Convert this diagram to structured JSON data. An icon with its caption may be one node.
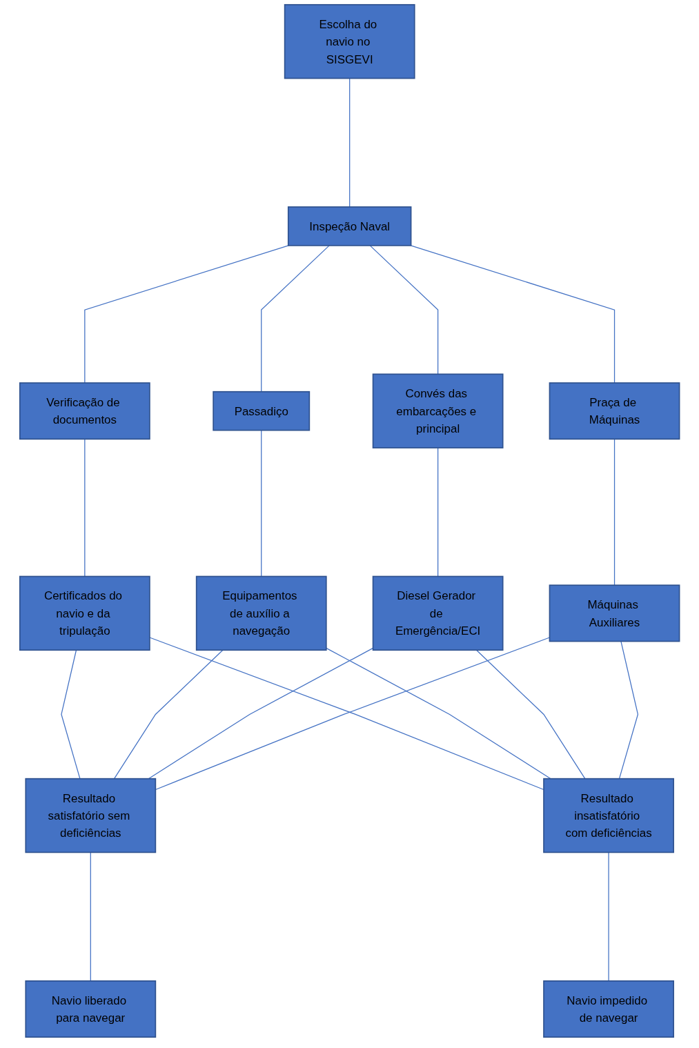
{
  "diagram": {
    "nodes": [
      {
        "text": [
          "Escolha do navio no SISGEVI"
        ]
      },
      {
        "text": [
          "Inspeção Naval"
        ]
      },
      {
        "text": [
          "Verificação de documentos"
        ]
      },
      {
        "text": [
          "Passadiço"
        ]
      },
      {
        "text": [
          "Convés das embarcações e principal"
        ]
      },
      {
        "text": [
          "Praça de Máquinas"
        ]
      },
      {
        "text": [
          "Certificados do navio e da tripulação"
        ]
      },
      {
        "text": [
          "Equipamentos de auxílio a navegação"
        ]
      },
      {
        "text": [
          "Diesel Gerador de Emergência/ECI"
        ]
      },
      {
        "text": [
          "Máquinas Auxiliares"
        ]
      },
      {
        "text": [
          "Resultado satisfatório sem deficiências"
        ]
      },
      {
        "text": [
          "Resultado insatisfatório com deficiências"
        ]
      },
      {
        "text": [
          "Navio liberado para navegar"
        ]
      },
      {
        "text": [
          "Navio impedido de navegar"
        ]
      }
    ],
    "edges": [
      {
        "from": 0,
        "to": 1,
        "arrow": "none"
      },
      {
        "from": 1,
        "to": 2,
        "arrow": "none"
      },
      {
        "from": 1,
        "to": 3,
        "arrow": "none"
      },
      {
        "from": 1,
        "to": 4,
        "arrow": "none"
      },
      {
        "from": 1,
        "to": 5,
        "arrow": "none"
      },
      {
        "from": 2,
        "to": 6,
        "arrow": "none"
      },
      {
        "from": 3,
        "to": 7,
        "arrow": "none"
      },
      {
        "from": 4,
        "to": 8,
        "arrow": "none"
      },
      {
        "from": 5,
        "to": 9,
        "arrow": "none"
      },
      {
        "from": 6,
        "to": 10,
        "arrow": "none"
      },
      {
        "from": 6,
        "to": 11,
        "arrow": "none"
      },
      {
        "from": 7,
        "to": 10,
        "arrow": "none"
      },
      {
        "from": 7,
        "to": 11,
        "arrow": "none"
      },
      {
        "from": 8,
        "to": 10,
        "arrow": "none"
      },
      {
        "from": 8,
        "to": 11,
        "arrow": "none"
      },
      {
        "from": 9,
        "to": 10,
        "arrow": "none"
      },
      {
        "from": 9,
        "to": 11,
        "arrow": "none"
      },
      {
        "from": 10,
        "to": 12,
        "arrow": "none"
      },
      {
        "from": 11,
        "to": 13,
        "arrow": "none"
      }
    ]
  }
}
